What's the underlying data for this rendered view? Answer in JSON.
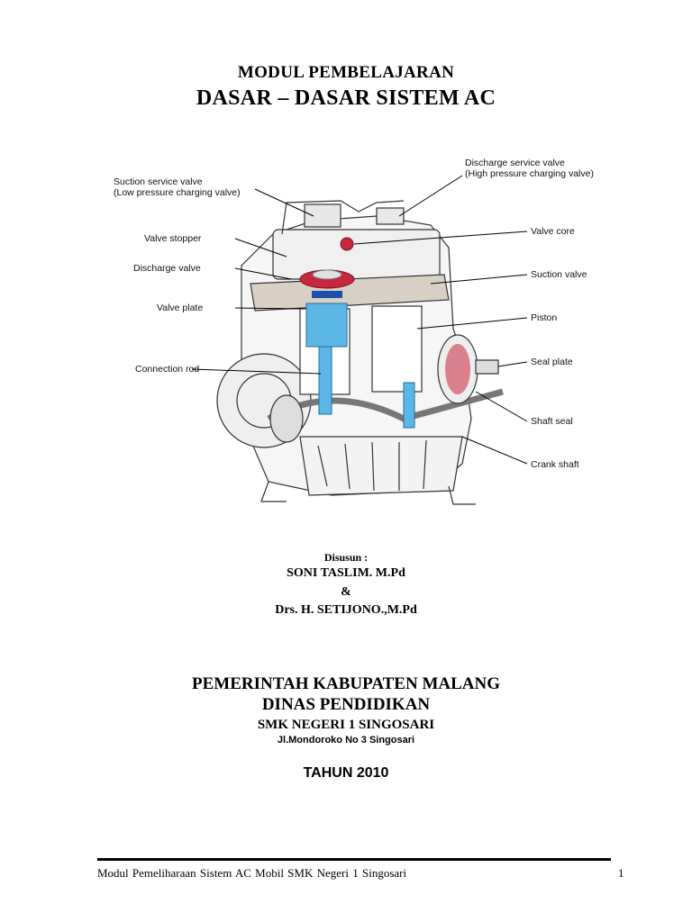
{
  "header": {
    "line1": "MODUL  PEMBELAJARAN",
    "line2": "DASAR – DASAR  SISTEM  AC"
  },
  "diagram": {
    "labels": {
      "suction_service_valve": "Suction service valve",
      "suction_service_valve_sub": "(Low pressure charging valve)",
      "valve_stopper": "Valve stopper",
      "discharge_valve": "Discharge valve",
      "valve_plate": "Valve plate",
      "connection_rod": "Connection rod",
      "discharge_service_valve": "Discharge service valve",
      "discharge_service_valve_sub": "(High pressure charging valve)",
      "valve_core": "Valve core",
      "suction_valve": "Suction valve",
      "piston": "Piston",
      "seal_plate": "Seal plate",
      "shaft_seal": "Shaft seal",
      "crank_shaft": "Crank shaft"
    },
    "accent_colors": {
      "piston_blue": "#5db7e6",
      "valve_red": "#c8283c"
    }
  },
  "credits": {
    "compiled_by": "Disusun  :",
    "author1": "SONI  TASLIM. M.Pd",
    "ampersand": "&",
    "author2": "Drs. H. SETIJONO.,M.Pd"
  },
  "institution": {
    "line1": "PEMERINTAH KABUPATEN MALANG",
    "line2": "DINAS PENDIDIKAN",
    "school": "SMK NEGERI 1 SINGOSARI",
    "address": "Jl.Mondoroko  No 3 Singosari",
    "year": "TAHUN  2010"
  },
  "footer": {
    "text": "Modul  Pemeliharaan  Sistem  AC Mobil  SMK Negeri 1 Singosari",
    "page": "1"
  }
}
